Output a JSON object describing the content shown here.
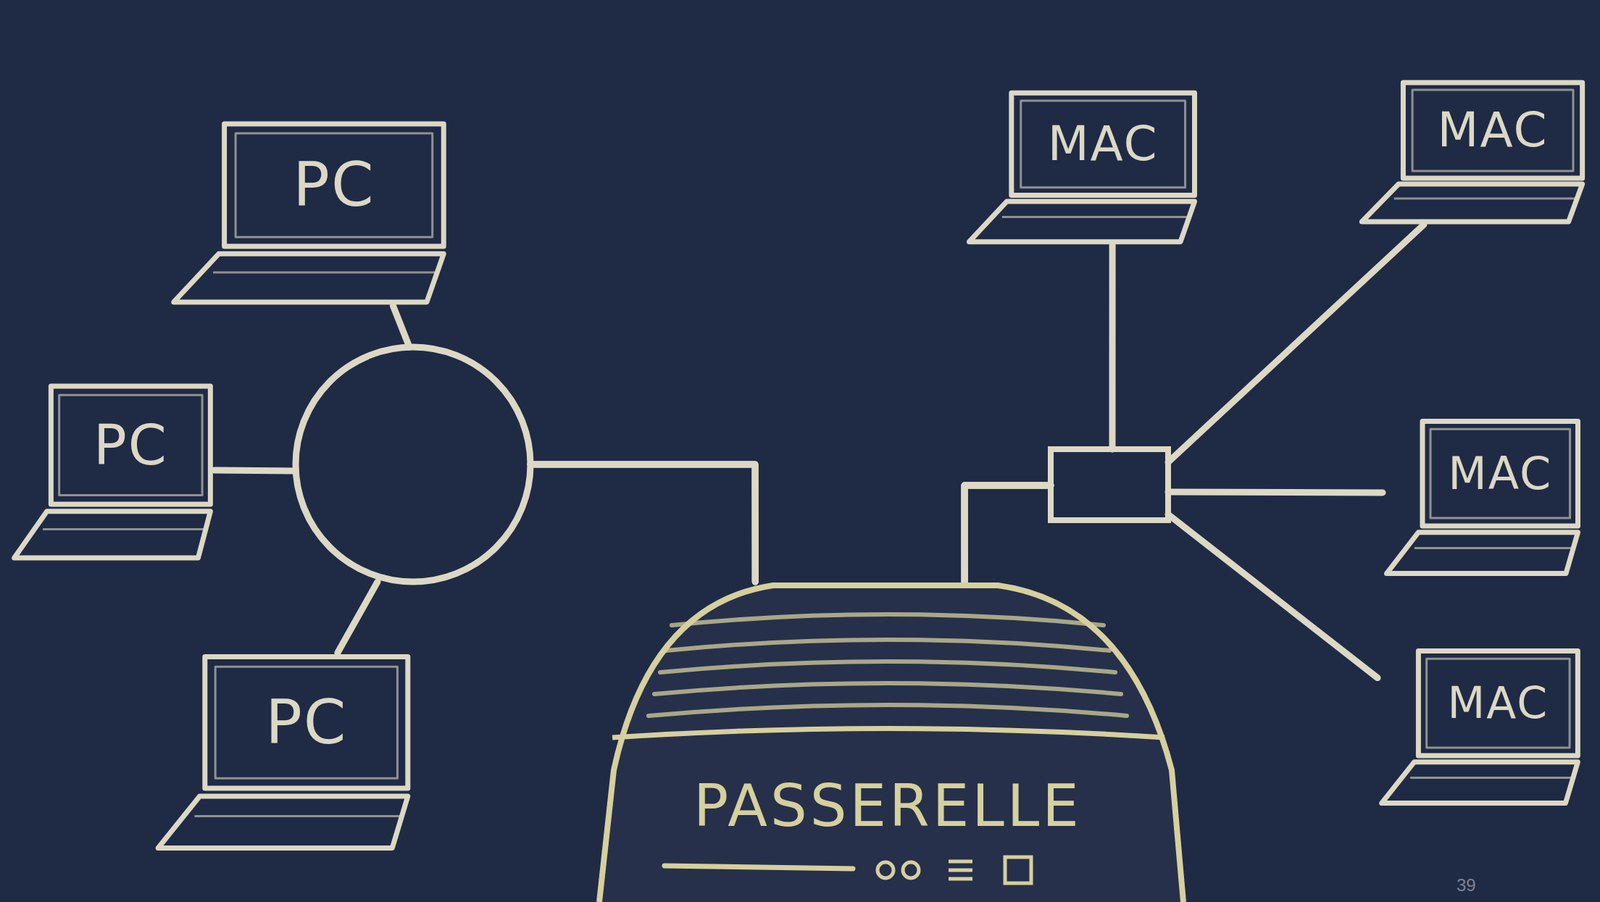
{
  "diagram": {
    "nodes": [
      {
        "text": [
          "PC"
        ]
      },
      {
        "text": [
          "PC"
        ]
      },
      {
        "text": [
          "PC"
        ]
      },
      {
        "text": [
          "MAC"
        ]
      },
      {
        "text": [
          "MAC"
        ]
      },
      {
        "text": [
          "MAC"
        ]
      },
      {
        "text": [
          "MAC"
        ]
      },
      {
        "text": [
          "PASSERELLE"
        ]
      }
    ],
    "edges": [
      {
        "from": 0,
        "to": 7,
        "arrow": "none"
      },
      {
        "from": 1,
        "to": 7,
        "arrow": "none"
      },
      {
        "from": 2,
        "to": 7,
        "arrow": "none"
      },
      {
        "from": 3,
        "to": 7,
        "arrow": "none"
      },
      {
        "from": 4,
        "to": 7,
        "arrow": "none"
      },
      {
        "from": 5,
        "to": 7,
        "arrow": "none"
      },
      {
        "from": 6,
        "to": 7,
        "arrow": "none"
      }
    ],
    "labels": [
      "39"
    ]
  }
}
